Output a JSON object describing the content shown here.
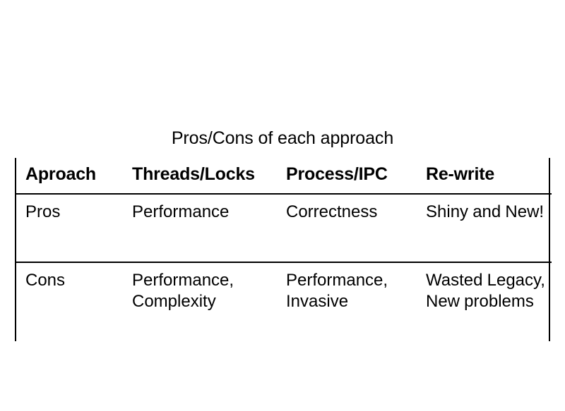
{
  "slide": {
    "title": "Pros/Cons of each approach",
    "background_color": "#ffffff",
    "text_color": "#000000",
    "rule_color": "#000000"
  },
  "table": {
    "columns": [
      "Aproach",
      "Threads/Locks",
      "Process/IPC",
      "Re-write"
    ],
    "rows": [
      {
        "label": "Pros",
        "cells": [
          "Performance",
          "Correctness",
          "Shiny and New!"
        ]
      },
      {
        "label": "Cons",
        "cells": [
          "Performance, Complexity",
          "Performance, Invasive",
          "Wasted Legacy, New problems"
        ]
      }
    ]
  }
}
